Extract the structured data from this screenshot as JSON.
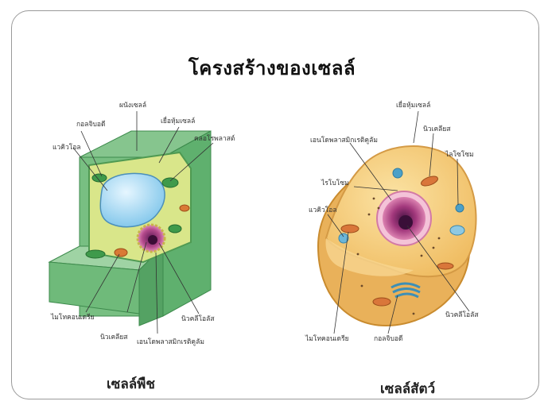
{
  "title": "โครงสร้างของเซลล์",
  "plant_cell": {
    "caption": "เซลล์พืช",
    "labels": {
      "chloroplast": "คลอโรพลาสต์",
      "golgi_top": "กอลจิบอดี",
      "cell_wall": "ผนังเซลล์",
      "vacuole": "แวคิวโอล",
      "cell_membrane": "เยื่อหุ้มเซลล์",
      "mitochondria": "ไมโทคอนเดรีย",
      "nucleus": "นิวเคลียส",
      "er": "เอนโดพลาสมิกเรติคูลัม",
      "nucleolus": "นิวคลีโอลัส"
    }
  },
  "animal_cell": {
    "caption": "เซลล์สัตว์",
    "labels": {
      "cell_membrane": "เยื่อหุ้มเซลล์",
      "er": "เอนโดพลาสมิกเรติคูลัม",
      "nucleus": "นิวเคลียส",
      "lysosome": "ไลโซโซม",
      "ribosome": "ไรโบโซม",
      "vacuole": "แวคิวโอล",
      "mitochondria": "ไมโทคอนเดรีย",
      "golgi": "กอลจิบอดี",
      "nucleolus": "นิวคลีโอลัส"
    }
  }
}
